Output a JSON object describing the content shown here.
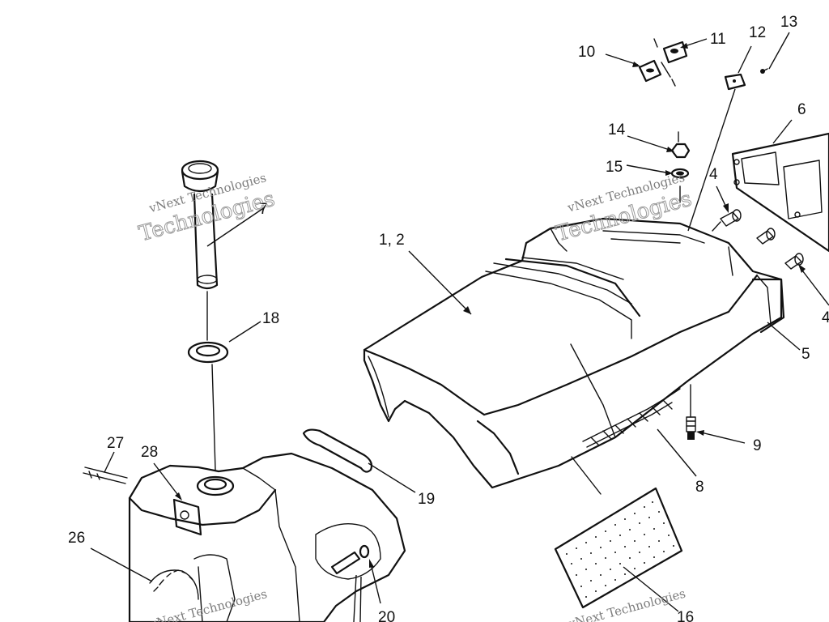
{
  "diagram": {
    "labels": {
      "seat": "1, 2",
      "bulb_a": "4",
      "bulb_b": "4",
      "trim": "5",
      "tail_lens": "6",
      "fuel_cap": "7",
      "seat_hinge": "8",
      "seat_bolt": "9",
      "latch_a": "10",
      "latch_b": "11",
      "plate": "12",
      "screw": "13",
      "nut": "14",
      "washer": "15",
      "foam_pad": "16",
      "gasket": "18",
      "strap": "19",
      "fitting": "20",
      "gauge": "26",
      "vent_hose": "27",
      "clip": "28"
    },
    "watermark": {
      "line1": "vNext Technologies",
      "line2": "Technologies"
    }
  }
}
